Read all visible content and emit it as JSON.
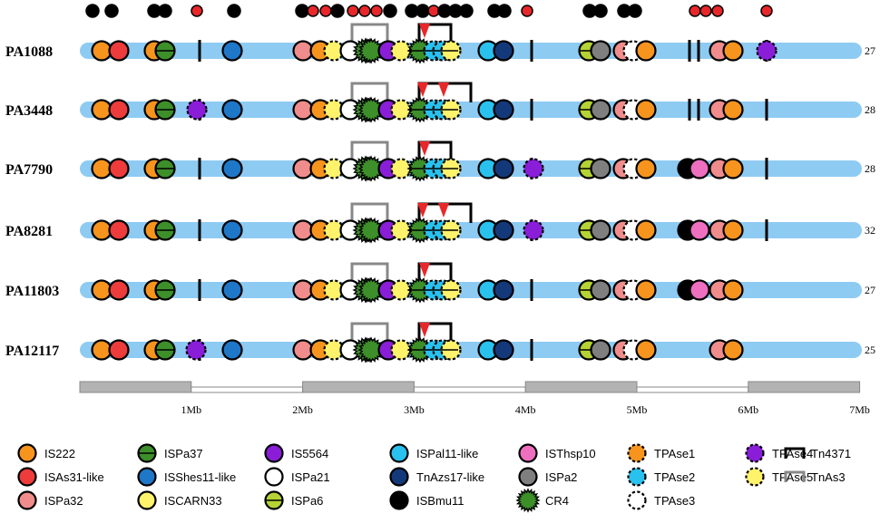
{
  "genomes": [
    {
      "label": "PA1088",
      "count": "27"
    },
    {
      "label": "PA3448",
      "count": "28"
    },
    {
      "label": "PA7790",
      "count": "28"
    },
    {
      "label": "PA8281",
      "count": "32"
    },
    {
      "label": "PA11803",
      "count": "27"
    },
    {
      "label": "PA12117",
      "count": "25"
    }
  ],
  "scale": {
    "ticks": [
      "1Mb",
      "2Mb",
      "3Mb",
      "4Mb",
      "5Mb",
      "6Mb",
      "7Mb"
    ]
  },
  "legend": [
    {
      "label": "IS222",
      "color": "#f7941d",
      "style": "solid"
    },
    {
      "label": "ISAs31-like",
      "color": "#ee3b3b",
      "style": "solid"
    },
    {
      "label": "ISPa32",
      "color": "#f08c8c",
      "style": "solid"
    },
    {
      "label": "ISPa37",
      "color": "#3d8f2a",
      "style": "solid"
    },
    {
      "label": "ISShes11-like",
      "color": "#1f77c8",
      "style": "solid"
    },
    {
      "label": "ISCARN33",
      "color": "#fff36b",
      "style": "solid"
    },
    {
      "label": "IS5564",
      "color": "#8a1ed8",
      "style": "solid"
    },
    {
      "label": "ISPa21",
      "color": "#ffffff",
      "style": "solid"
    },
    {
      "label": "ISPa6",
      "color": "#b5d334",
      "style": "solid"
    },
    {
      "label": "ISPal11-like",
      "color": "#29c1ee",
      "style": "solid"
    },
    {
      "label": "TnAzs17-like",
      "color": "#14397a",
      "style": "solid"
    },
    {
      "label": "ISBmu11",
      "color": "#000000",
      "style": "solid"
    },
    {
      "label": "ISThsp10",
      "color": "#ee6fc0",
      "style": "solid"
    },
    {
      "label": "ISPa2",
      "color": "#7f7f7f",
      "style": "solid"
    },
    {
      "label": "CR4",
      "color": "#3d8f2a",
      "style": "gear"
    },
    {
      "label": "TPAse1",
      "color": "#f7941d",
      "style": "dashed"
    },
    {
      "label": "TPAse2",
      "color": "#29c1ee",
      "style": "dashed"
    },
    {
      "label": "TPAse3",
      "color": "#ffffff",
      "style": "dashed"
    },
    {
      "label": "TPAse4",
      "color": "#8a1ed8",
      "style": "dashed"
    },
    {
      "label": "TPAse5",
      "color": "#fff36b",
      "style": "dashed"
    },
    {
      "label": "Tn4371",
      "color": "#000000",
      "style": "bracket"
    },
    {
      "label": "TnAs3",
      "color": "#888888",
      "style": "bracket"
    }
  ],
  "colors": {
    "chromosome": "#8ecbf3",
    "scale_bar": "#b3b3b3",
    "insertion_marker": "#e8272a"
  }
}
